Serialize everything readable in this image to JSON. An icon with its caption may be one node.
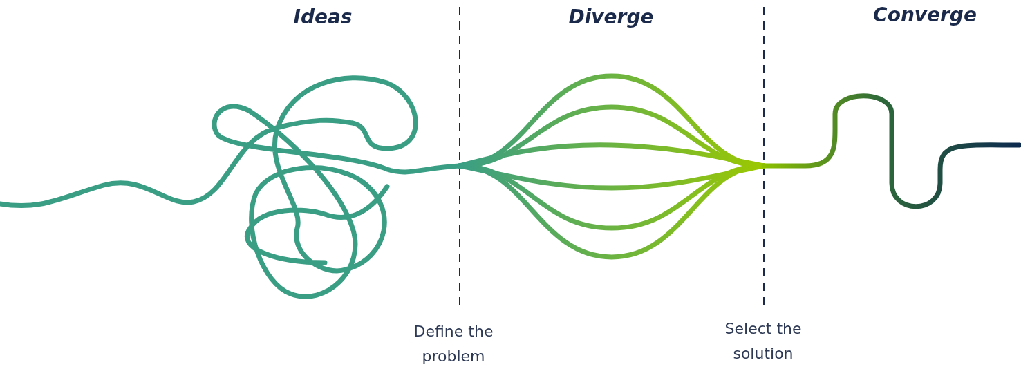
{
  "diagram": {
    "labels": [
      "Ideas",
      "Diverge",
      "Converge",
      "Define the problem",
      "Select the solution"
    ]
  }
}
